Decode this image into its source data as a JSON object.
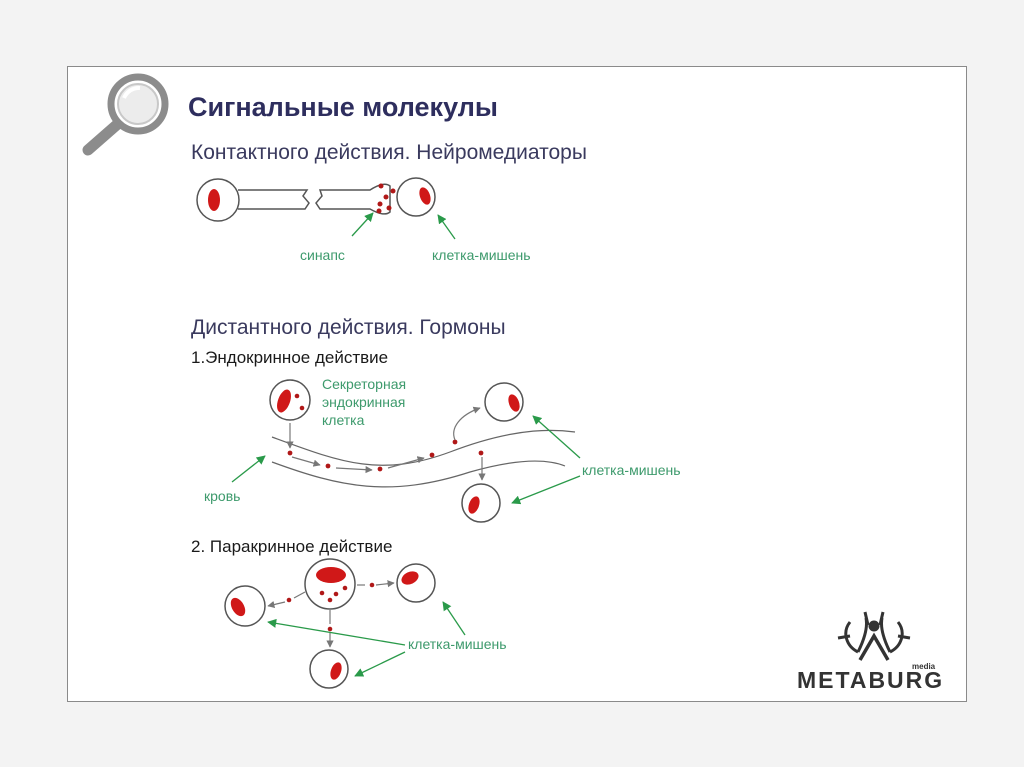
{
  "title": "Сигнальные молекулы",
  "contact": {
    "heading": "Контактного действия. Нейромедиаторы",
    "synapse_label": "синапс",
    "target_label": "клетка-мишень"
  },
  "distant": {
    "heading": "Дистантного действия. Гормоны",
    "endocrine": {
      "heading": "1.Эндокринное действие",
      "secretory_label_lines": [
        "Секреторная",
        "эндокринная",
        "клетка"
      ],
      "blood_label": "кровь",
      "target_label": "клетка-мишень"
    },
    "paracrine": {
      "heading": "2. Паракринное действие",
      "target_label": "клетка-мишень"
    }
  },
  "logo": {
    "word": "METABURG",
    "small": "media"
  },
  "colors": {
    "nucleus": "#d01818",
    "arrow_green": "#2a9a4a",
    "title": "#2e2e5e",
    "label": "#3d9a6c"
  },
  "icons": [
    "magnifier-icon",
    "metaburg-logo-icon"
  ]
}
